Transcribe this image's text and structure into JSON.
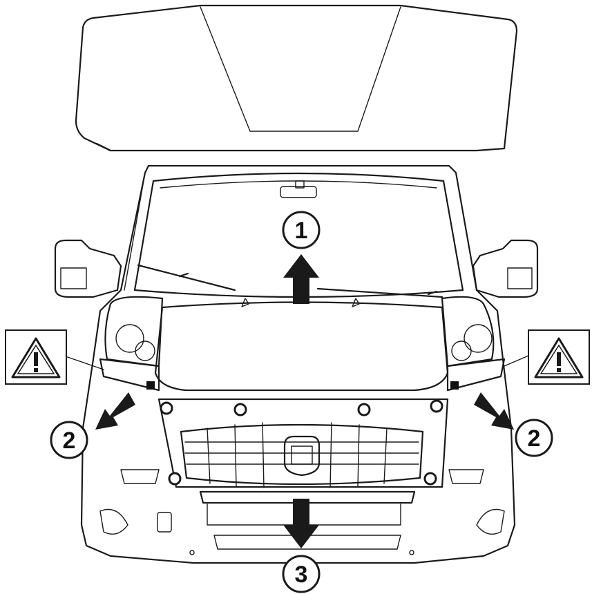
{
  "diagram": {
    "colors": {
      "line": "#1a1a1a",
      "bonnet_cover": "#d8d8d8",
      "grille_panel": "#7a7a7a",
      "bumper_strip": "#7a7a7a",
      "arrow": "#1a1a1a",
      "clip": "#ffffff"
    },
    "callouts": [
      {
        "id": "1",
        "label": "1",
        "arrow_direction": "up"
      },
      {
        "id": "2-left",
        "label": "2",
        "arrow_direction": "down-left"
      },
      {
        "id": "2-right",
        "label": "2",
        "arrow_direction": "down-right"
      },
      {
        "id": "3",
        "label": "3",
        "arrow_direction": "down"
      }
    ],
    "warning_icons": [
      {
        "id": "warning-left",
        "icon": "warning-triangle-icon"
      },
      {
        "id": "warning-right",
        "icon": "warning-triangle-icon"
      }
    ],
    "parts": {
      "bonnet_cover": "bonnet-cover",
      "grille_panel": "front-grille-panel",
      "fastening_clips": 6,
      "square_clips": 2
    }
  }
}
